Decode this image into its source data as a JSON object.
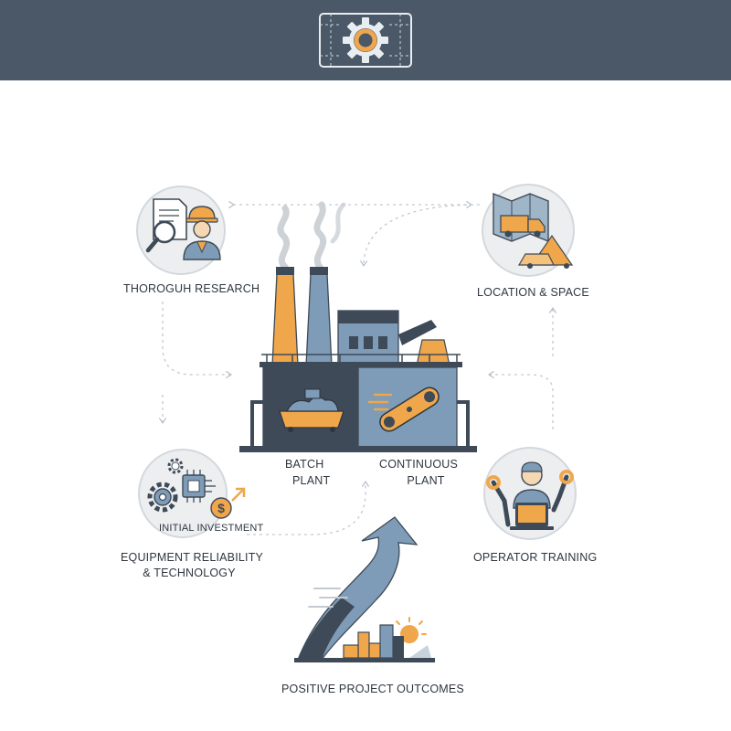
{
  "nodes": {
    "research": "THOROGUH RESEARCH",
    "location": "LOCATION & SPACE",
    "equipment_line1": "EQUIPMENT RELIABILITY",
    "equipment_line2": "& TECHNOLOGY",
    "investment": "INITIAL INVESTMENT",
    "training": "OPERATOR TRAINING",
    "outcomes": "POSITIVE PROJECT OUTCOMES"
  },
  "plant": {
    "batch_line1": "BATCH",
    "batch_line2": "PLANT",
    "continuous_line1": "CONTINUOUS",
    "continuous_line2": "PLANT"
  },
  "colors": {
    "header": "#4a5868",
    "orange": "#f0a64a",
    "blue_gray": "#7e9cb7",
    "dark": "#3e4a57",
    "circle_bg": "#eceef0",
    "text": "#2e3640"
  },
  "icons": [
    "gear-icon",
    "document-search-icon",
    "engineer-icon",
    "map-truck-icon",
    "chip-gear-icon",
    "dollar-arrow-icon",
    "wrench-worker-laptop-icon",
    "growth-arrow-city-icon",
    "factory-icon"
  ]
}
